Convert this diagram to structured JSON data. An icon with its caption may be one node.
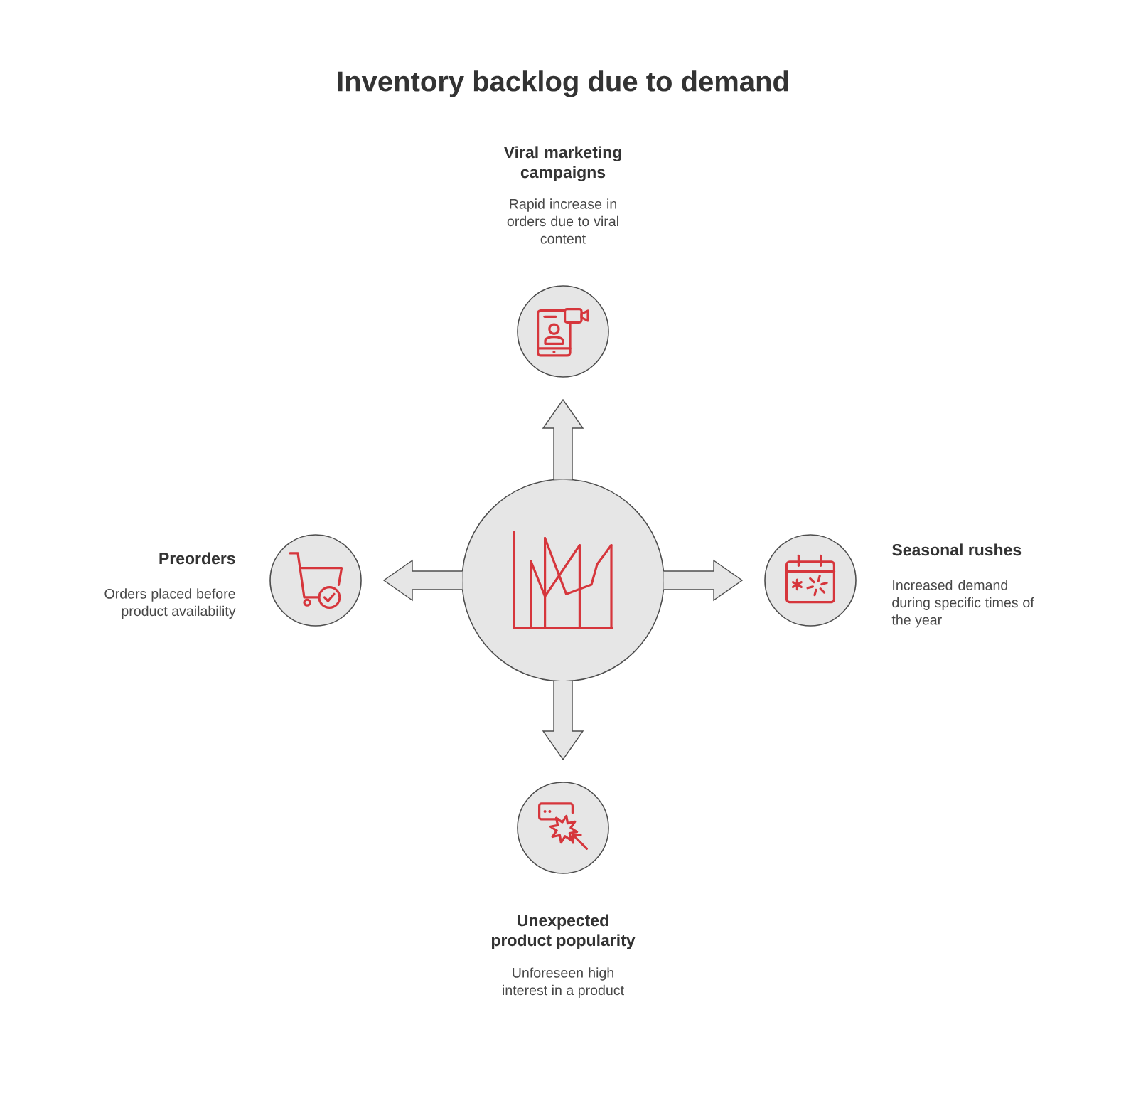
{
  "diagram": {
    "title": "Inventory backlog due to demand",
    "nodes": [
      {
        "text": [
          "Viral marketing campaigns",
          "Rapid increase in orders due to viral content"
        ]
      },
      {
        "text": [
          "Preorders",
          "Orders placed before product availability"
        ]
      },
      {
        "text": [],
        "shape": "circle"
      },
      {
        "text": [
          "Seasonal rushes",
          "Increased demand during specific times of the year"
        ]
      },
      {
        "text": [
          "Unexpected product popularity",
          "Unforeseen high interest in a product"
        ]
      }
    ],
    "edges": [
      {
        "from": 2,
        "to": 0,
        "arrow": "to"
      },
      {
        "from": 2,
        "to": 1,
        "arrow": "to"
      },
      {
        "from": 2,
        "to": 3,
        "arrow": "to"
      },
      {
        "from": 2,
        "to": 4,
        "arrow": "to"
      }
    ]
  }
}
